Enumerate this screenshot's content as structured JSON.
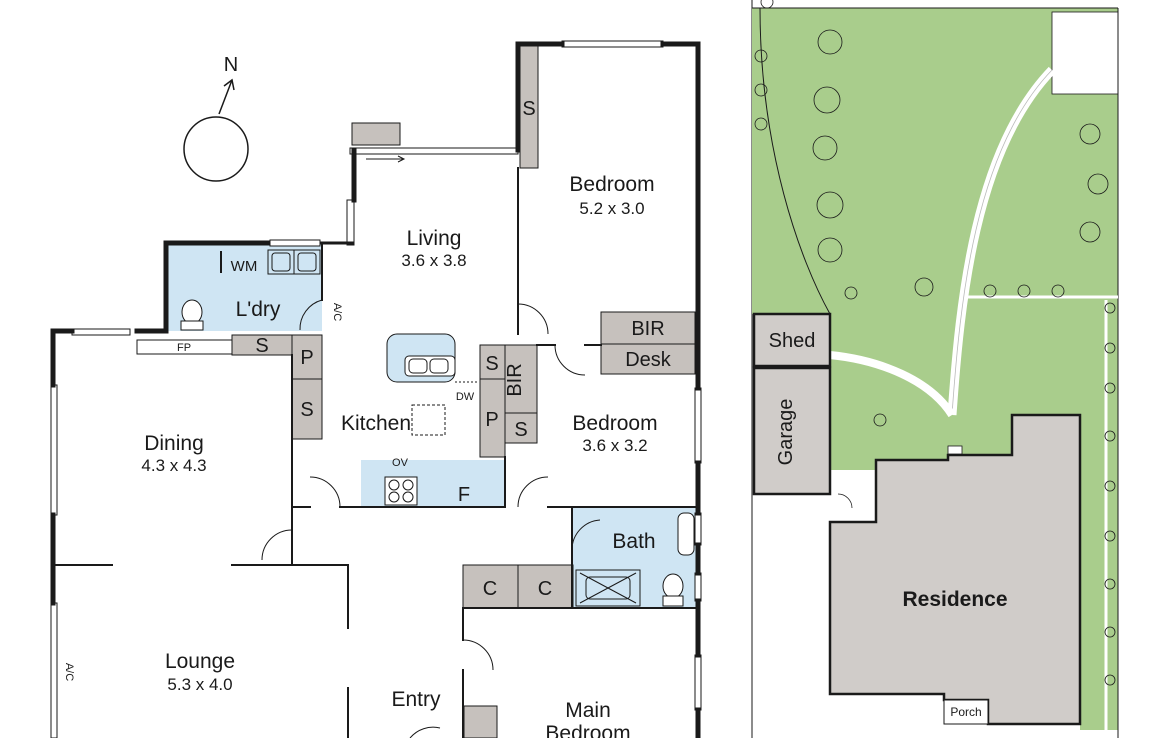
{
  "compass": {
    "label": "N"
  },
  "rooms": {
    "bedroom1": {
      "name": "Bedroom",
      "dims": "5.2 x 3.0"
    },
    "living": {
      "name": "Living",
      "dims": "3.6 x 3.8"
    },
    "laundry": {
      "name": "L'dry"
    },
    "kitchen": {
      "name": "Kitchen"
    },
    "dining": {
      "name": "Dining",
      "dims": "4.3 x 4.3"
    },
    "bedroom2": {
      "name": "Bedroom",
      "dims": "3.6 x 3.2"
    },
    "bath": {
      "name": "Bath"
    },
    "lounge": {
      "name": "Lounge",
      "dims": "5.3 x 4.0"
    },
    "entry": {
      "name": "Entry"
    },
    "main_bedroom": {
      "name": "Main",
      "name2": "Bedroom"
    }
  },
  "fixtures": {
    "wm": "WM",
    "ac": "A/C",
    "fp": "FP",
    "s": "S",
    "p": "P",
    "bir": "BIR",
    "desk": "Desk",
    "dw": "DW",
    "ov": "OV",
    "f": "F",
    "c": "C"
  },
  "site": {
    "shed": "Shed",
    "garage": "Garage",
    "residence": "Residence",
    "porch": "Porch"
  },
  "colors": {
    "wall": "#1a1a1a",
    "fixture": "#c6c1bd",
    "wet": "#cfe5f3",
    "lawn": "#a9cd8c",
    "building": "#d0ccc9"
  }
}
